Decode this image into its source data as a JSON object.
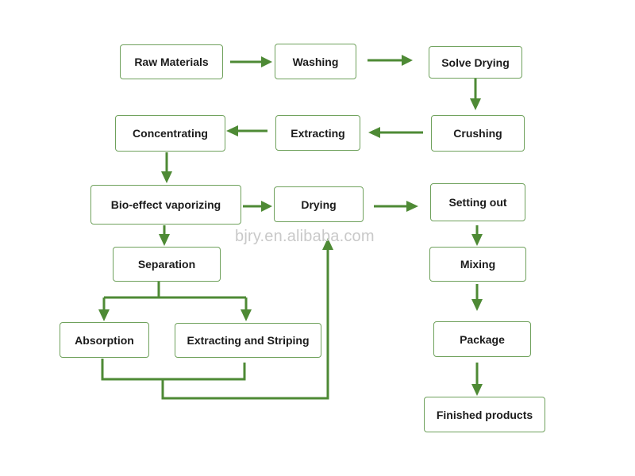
{
  "steps": {
    "raw_materials": "Raw Materials",
    "washing": "Washing",
    "solve_drying": "Solve Drying",
    "crushing": "Crushing",
    "extracting": "Extracting",
    "concentrating": "Concentrating",
    "bio_effect_vaporizing": "Bio-effect vaporizing",
    "drying": "Drying",
    "setting_out": "Setting out",
    "separation": "Separation",
    "mixing": "Mixing",
    "absorption": "Absorption",
    "extracting_and_striping": "Extracting and Striping",
    "package": "Package",
    "finished_products": "Finished products"
  },
  "watermark": "bjry.en.alibaba.com",
  "colors": {
    "connector": "#4e8a35",
    "box_border": "#6fa15c",
    "text": "#1b1b1b"
  }
}
